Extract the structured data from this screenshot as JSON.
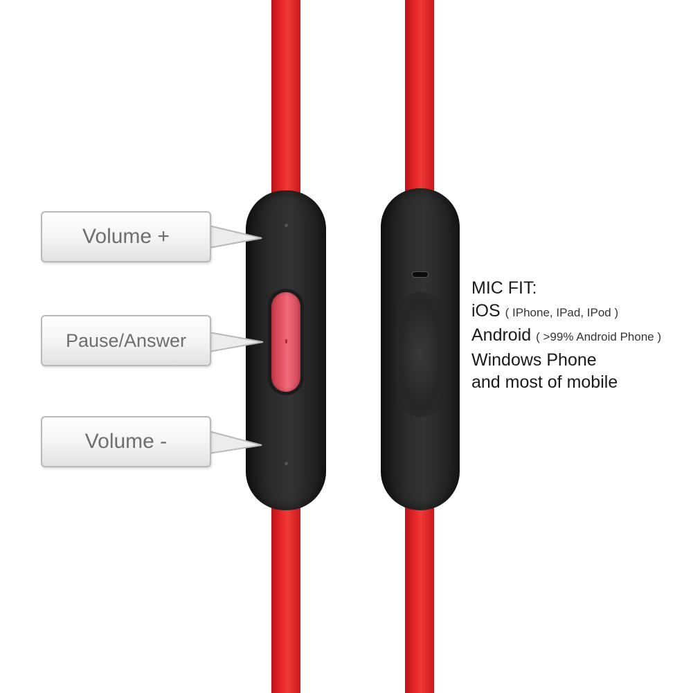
{
  "callouts": {
    "volume_up": "Volume +",
    "pause_answer": "Pause/Answer",
    "volume_down": "Volume -"
  },
  "mic_fit": {
    "heading": "MIC FIT:",
    "ios": "iOS",
    "ios_devices": "( IPhone, IPad, IPod )",
    "android": "Android",
    "android_devices": "( >99% Android Phone )",
    "windows": "Windows Phone",
    "mobile": "and most of mobile"
  },
  "colors": {
    "cable": "#e8262a",
    "remote": "#222222",
    "button": "#e8596a",
    "callout_text": "#6e6e6e"
  }
}
